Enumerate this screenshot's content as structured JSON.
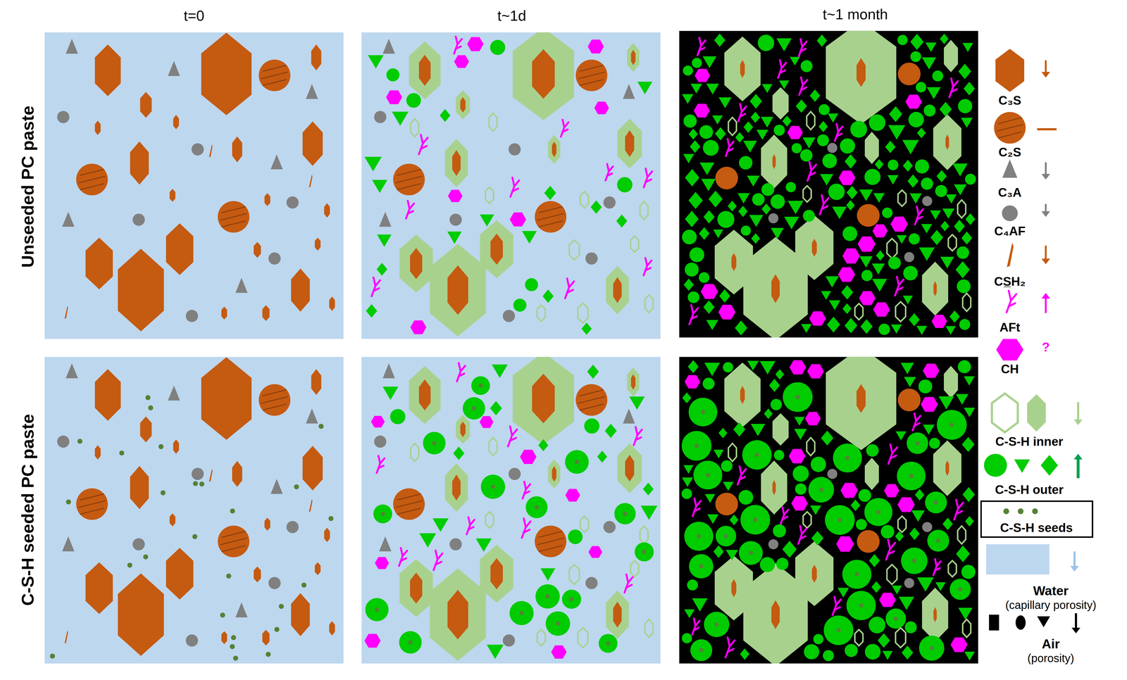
{
  "diagram": {
    "labels": [
      "t=0",
      "t~1d",
      "t~1 month",
      "Unseeded PC paste",
      "C-S-H seeded PC paste",
      "?"
    ],
    "legend": [
      {
        "text": "C₃S"
      },
      {
        "text": "C₂S"
      },
      {
        "text": "C₃A"
      },
      {
        "text": "C₄AF"
      },
      {
        "text": "CS̲H₂"
      },
      {
        "text": "AFt"
      },
      {
        "text": "CH"
      },
      {
        "text": "C-S-H inner"
      },
      {
        "text": "C-S-H outer"
      },
      {
        "text": "C-S-H seeds"
      },
      {
        "text": "Water (capillary porosity)",
        "color": "#bdd7ee"
      },
      {
        "text": "Air (porosity)"
      }
    ]
  }
}
